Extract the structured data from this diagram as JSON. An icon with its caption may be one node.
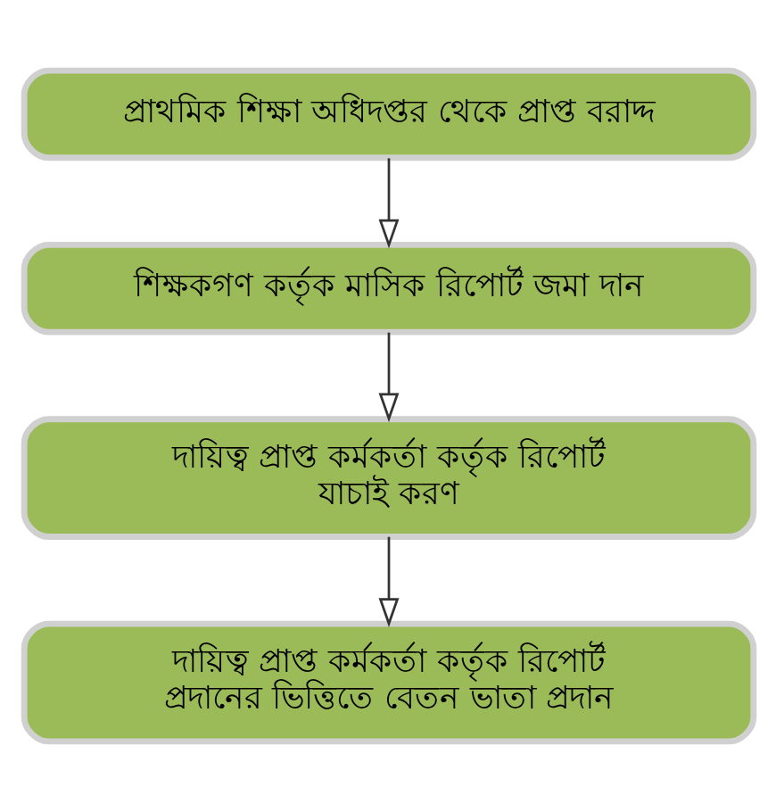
{
  "diagram": {
    "nodes": [
      {
        "text": [
          "প্রাথমিক শিক্ষা অধিদপ্তর থেকে প্রাপ্ত বরাদ্দ"
        ]
      },
      {
        "text": [
          "শিক্ষকগণ কর্তৃক মাসিক রিপোর্ট জমা দান"
        ]
      },
      {
        "text": [
          "দায়িত্ব প্রাপ্ত কর্মকর্তা কর্তৃক রিপোর্ট যাচাই করণ"
        ]
      },
      {
        "text": [
          "দায়িত্ব প্রাপ্ত কর্মকর্তা কর্তৃক রিপোর্ট প্রদানের ভিত্তিতে বেতন ভাতা প্রদান"
        ]
      }
    ],
    "edges": [
      {
        "from": 0,
        "to": 1,
        "arrow": "to"
      },
      {
        "from": 1,
        "to": 2,
        "arrow": "to"
      },
      {
        "from": 2,
        "to": 3,
        "arrow": "to"
      }
    ]
  }
}
